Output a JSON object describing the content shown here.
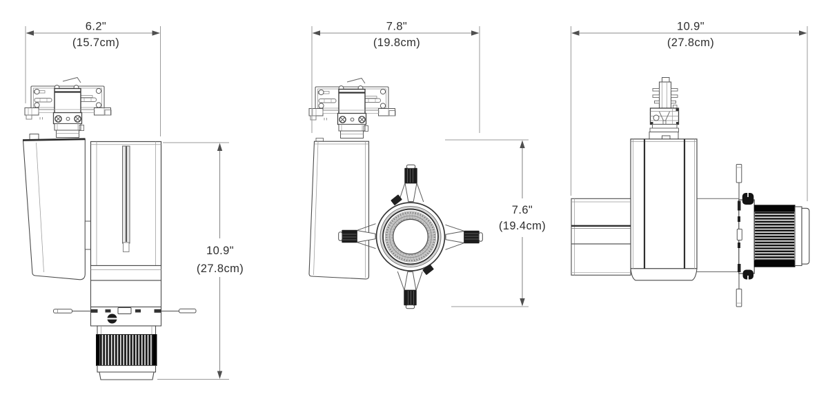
{
  "figure": {
    "kind": "product-dimensional-drawing",
    "subject": "LED track light fixture, three orthographic views",
    "background": "#ffffff",
    "line_color": "#4a4a4a",
    "dim_line_color": "#8a8a8a",
    "text_color": "#2e2e2e",
    "views": [
      {
        "name": "side view",
        "width_dim": {
          "inches": "6.2\"",
          "metric": "(15.7cm)"
        },
        "height_dim": {
          "inches": "10.9\"",
          "metric": "(27.8cm)"
        }
      },
      {
        "name": "front view",
        "width_dim": {
          "inches": "7.8\"",
          "metric": "(19.8cm)"
        },
        "height_dim": {
          "inches": "7.6\"",
          "metric": "(19.4cm)"
        }
      },
      {
        "name": "rear side view",
        "width_dim": {
          "inches": "10.9\"",
          "metric": "(27.8cm)"
        }
      }
    ]
  }
}
